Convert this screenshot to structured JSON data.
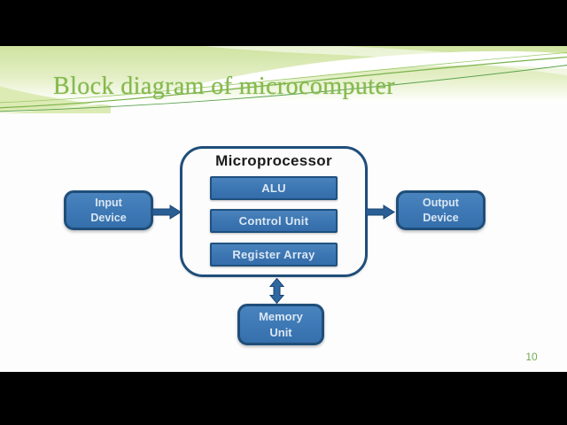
{
  "slide": {
    "title": "Block diagram of microcomputer",
    "page_number": "10"
  },
  "diagram": {
    "microprocessor": {
      "label": "Microprocessor",
      "components": [
        {
          "label": "ALU"
        },
        {
          "label": "Control Unit"
        },
        {
          "label": "Register Array"
        }
      ]
    },
    "input_device": {
      "line1": "Input",
      "line2": "Device"
    },
    "output_device": {
      "line1": "Output",
      "line2": "Device"
    },
    "memory_unit": {
      "line1": "Memory",
      "line2": "Unit"
    },
    "icons": {
      "input_arrow": "arrow-right",
      "output_arrow": "arrow-right",
      "memory_arrow": "arrow-up-down"
    },
    "colors": {
      "box_fill": "#3d79b6",
      "box_border": "#1f4e79",
      "arrow_blue": "#2a5f96",
      "title_green": "#85ba4b",
      "header_green": "#cfe3a0",
      "page_number_green": "#74a957",
      "letterbox_black": "#000000"
    }
  }
}
